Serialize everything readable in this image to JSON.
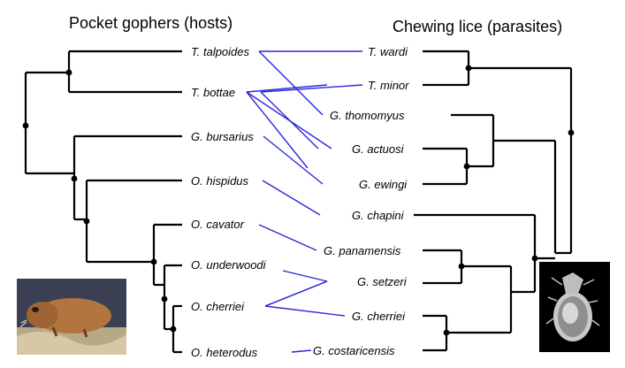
{
  "headings": {
    "hosts": "Pocket gophers (hosts)",
    "parasites": "Chewing lice (parasites)"
  },
  "hosts": [
    "T. talpoides",
    "T. bottae",
    "G. bursarius",
    "O. hispidus",
    "O. cavator",
    "O. underwoodi",
    "O. cherriei",
    "O. heterodus"
  ],
  "parasites": [
    "T. wardi",
    "T. minor",
    "G. thomomyus",
    "G. actuosi",
    "G. ewingi",
    "G. chapini",
    "G. panamensis",
    "G. setzeri",
    "G. cherriei",
    "G. costaricensis"
  ],
  "associations": [
    [
      "T. talpoides",
      "T. wardi"
    ],
    [
      "T. talpoides",
      "G. thomomyus"
    ],
    [
      "T. bottae",
      "T. minor"
    ],
    [
      "T. bottae",
      "G. actuosi"
    ],
    [
      "T. bottae",
      "G. ewingi"
    ],
    [
      "G. bursarius",
      "G. ewingi"
    ],
    [
      "O. hispidus",
      "G. chapini"
    ],
    [
      "O. cavator",
      "G. panamensis"
    ],
    [
      "O. underwoodi",
      "G. setzeri"
    ],
    [
      "O. cherriei",
      "G. setzeri"
    ],
    [
      "O. cherriei",
      "G. cherriei"
    ],
    [
      "O. heterodus",
      "G. costaricensis"
    ]
  ],
  "colors": {
    "tree": "#000000",
    "association_lines": "#2a2ad8",
    "photo_left_bg": "#3b3f52",
    "photo_right_bg": "#000000"
  },
  "photos": {
    "left": "pocket-gopher-photo",
    "right": "chewing-louse-micrograph"
  }
}
